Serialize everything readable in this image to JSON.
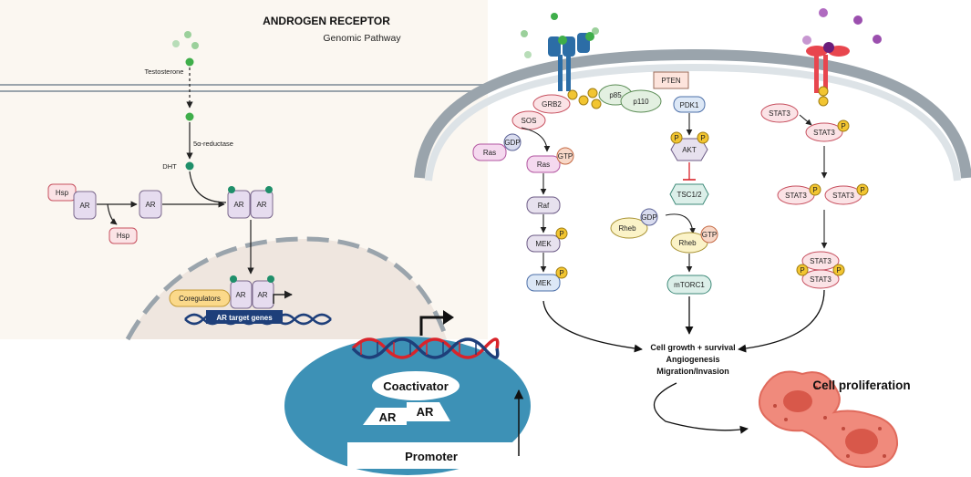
{
  "header": {
    "title": "ANDROGEN RECEPTOR",
    "subtitle": "Genomic Pathway"
  },
  "genomic": {
    "testosterone": "Testosterone",
    "reductase": "5α-reductase",
    "dht": "DHT",
    "hsp": "Hsp",
    "ar": "AR",
    "coregulators": "Coregulators",
    "target_genes": "AR target genes"
  },
  "mapk": {
    "grb2": "GRB2",
    "sos": "SOS",
    "gdp": "GDP",
    "ras": "Ras",
    "gtp": "GTP",
    "raf": "Raf",
    "mek": "MEK",
    "p": "P"
  },
  "pi3k": {
    "p85": "p85",
    "p110": "p110",
    "pten": "PTEN",
    "pdk1": "PDK1",
    "akt": "AKT",
    "tsc": "TSC1/2",
    "rheb": "Rheb",
    "gdp": "GDP",
    "gtp": "GTP",
    "mtorc1": "mTORC1"
  },
  "stat": {
    "stat3": "STAT3"
  },
  "outcome": {
    "line1": "Cell growth + survival",
    "line2": "Angiogenesis",
    "line3": "Migration/Invasion",
    "proliferation": "Cell proliferation"
  },
  "nucleus": {
    "coactivator": "Coactivator",
    "ar_left": "AR",
    "ar_right": "AR",
    "promoter": "Promoter"
  },
  "colors": {
    "membrane": "#aab6be",
    "nucleus_fill": "#3d91b6",
    "dna_red": "#d8242b",
    "dna_blue": "#1e3f7a",
    "ligand_green": "#3fae4a",
    "phospho": "#f2c531",
    "stat_receptor": "#e8464e"
  }
}
